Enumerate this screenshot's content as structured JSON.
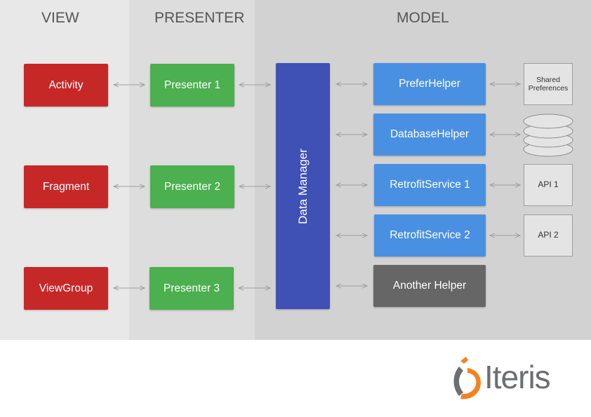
{
  "columns": {
    "view": "VIEW",
    "presenter": "PRESENTER",
    "model": "MODEL"
  },
  "view_items": [
    "Activity",
    "Fragment",
    "ViewGroup"
  ],
  "presenter_items": [
    "Presenter 1",
    "Presenter 2",
    "Presenter 3"
  ],
  "data_manager": "Data Manager",
  "model_items": [
    "PreferHelper",
    "DatabaseHelper",
    "RetrofitService 1",
    "RetrofitService 2",
    "Another Helper"
  ],
  "externals": {
    "shared_preferences_line1": "Shared",
    "shared_preferences_line2": "Preferences",
    "api1": "API 1",
    "api2": "API 2"
  },
  "logo": {
    "text": "Iteris",
    "icon": "iteris-logo-icon"
  },
  "colors": {
    "view": "#c62828",
    "presenter": "#4caf50",
    "data_manager": "#3f51b5",
    "model": "#4a90e2",
    "another_helper": "#666666",
    "logo_orange": "#f5821f",
    "logo_gray": "#6d6e71"
  }
}
